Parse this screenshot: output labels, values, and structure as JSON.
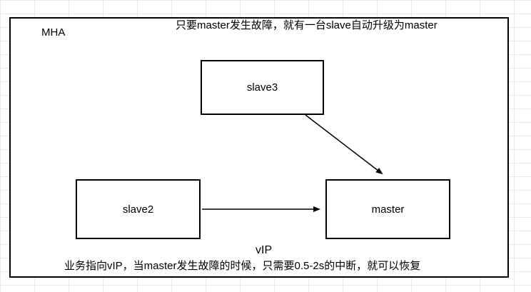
{
  "diagram": {
    "title": "MHA",
    "top_note": "只要master发生故障，就有一台slave自动升级为master",
    "bottom_note": "业务指向vIP，当master发生故障的时候，只需要0.5-2s的中断，就可以恢复",
    "vip_label": "vIP",
    "nodes": {
      "slave3": "slave3",
      "slave2": "slave2",
      "master": "master"
    },
    "arrows": [
      {
        "from": "slave3",
        "to": "master"
      },
      {
        "from": "slave2",
        "to": "master"
      }
    ],
    "colors": {
      "stroke": "#000000",
      "background": "#ffffff",
      "grid": "#e9e9e9"
    }
  }
}
